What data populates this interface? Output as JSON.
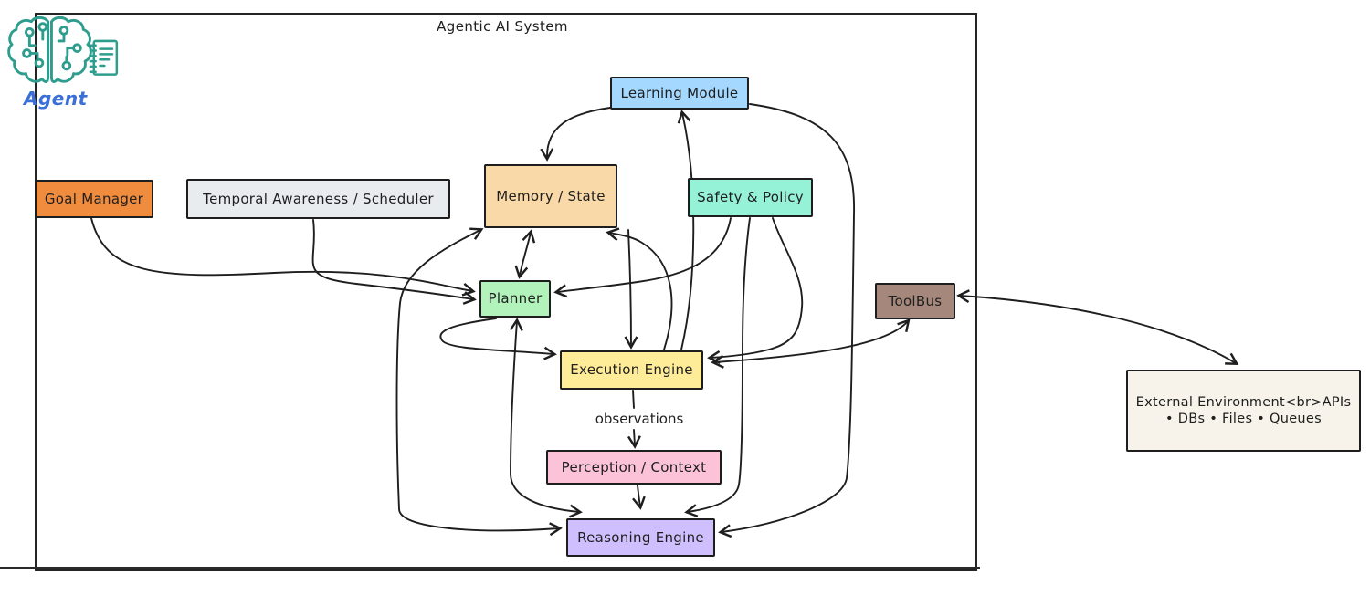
{
  "diagram": {
    "title": "Agentic AI System",
    "agent": {
      "label": "Agent",
      "icon": "brain-circuit-notebook-icon",
      "label_color": "#3a6fd8",
      "icon_color": "#2f9d8e"
    },
    "stroke_color": "#1e1e1e",
    "edge_label": "observations",
    "nodes": {
      "goal": {
        "label": "Goal Manager",
        "color": "#f08c3e"
      },
      "temporal": {
        "label": "Temporal Awareness / Scheduler",
        "color": "#e9ecef"
      },
      "memory": {
        "label": "Memory / State",
        "color": "#f9d9a7"
      },
      "learning": {
        "label": "Learning Module",
        "color": "#a5d8ff"
      },
      "safety": {
        "label": "Safety & Policy",
        "color": "#96f2d7"
      },
      "planner": {
        "label": "Planner",
        "color": "#b2f2bb"
      },
      "toolbus": {
        "label": "ToolBus",
        "color": "#a5887b"
      },
      "execution": {
        "label": "Execution Engine",
        "color": "#ffec99"
      },
      "perception": {
        "label": "Perception / Context",
        "color": "#fcc2d7"
      },
      "reasoning": {
        "label": "Reasoning Engine",
        "color": "#d0bfff"
      },
      "external": {
        "label_line1": "External Environment<br>APIs",
        "label_line2": "• DBs • Files • Queues",
        "color": "#f7f2ea"
      }
    },
    "edges": [
      {
        "from": "Goal Manager",
        "to": "Planner"
      },
      {
        "from": "Temporal Awareness / Scheduler",
        "to": "Planner"
      },
      {
        "from": "Learning Module",
        "to": "Memory / State"
      },
      {
        "from": "Learning Module",
        "to": "Reasoning Engine"
      },
      {
        "from": "Memory / State",
        "to": "Planner",
        "bidirectional": true
      },
      {
        "from": "Memory / State",
        "to": "Execution Engine"
      },
      {
        "from": "Execution Engine",
        "to": "Memory / State"
      },
      {
        "from": "Planner",
        "to": "Execution Engine"
      },
      {
        "from": "Planner",
        "to": "Reasoning Engine",
        "bidirectional": true
      },
      {
        "from": "Memory / State",
        "to": "Reasoning Engine",
        "bidirectional": true
      },
      {
        "from": "Safety & Policy",
        "to": "Planner"
      },
      {
        "from": "Safety & Policy",
        "to": "Execution Engine"
      },
      {
        "from": "Safety & Policy",
        "to": "Reasoning Engine"
      },
      {
        "from": "ToolBus",
        "to": "Execution Engine",
        "bidirectional": true
      },
      {
        "from": "Execution Engine",
        "to": "Perception / Context",
        "label": "observations"
      },
      {
        "from": "Perception / Context",
        "to": "Reasoning Engine"
      },
      {
        "from": "Execution Engine",
        "to": "Learning Module"
      },
      {
        "from": "ToolBus",
        "to": "External Environment",
        "bidirectional": true
      }
    ]
  }
}
